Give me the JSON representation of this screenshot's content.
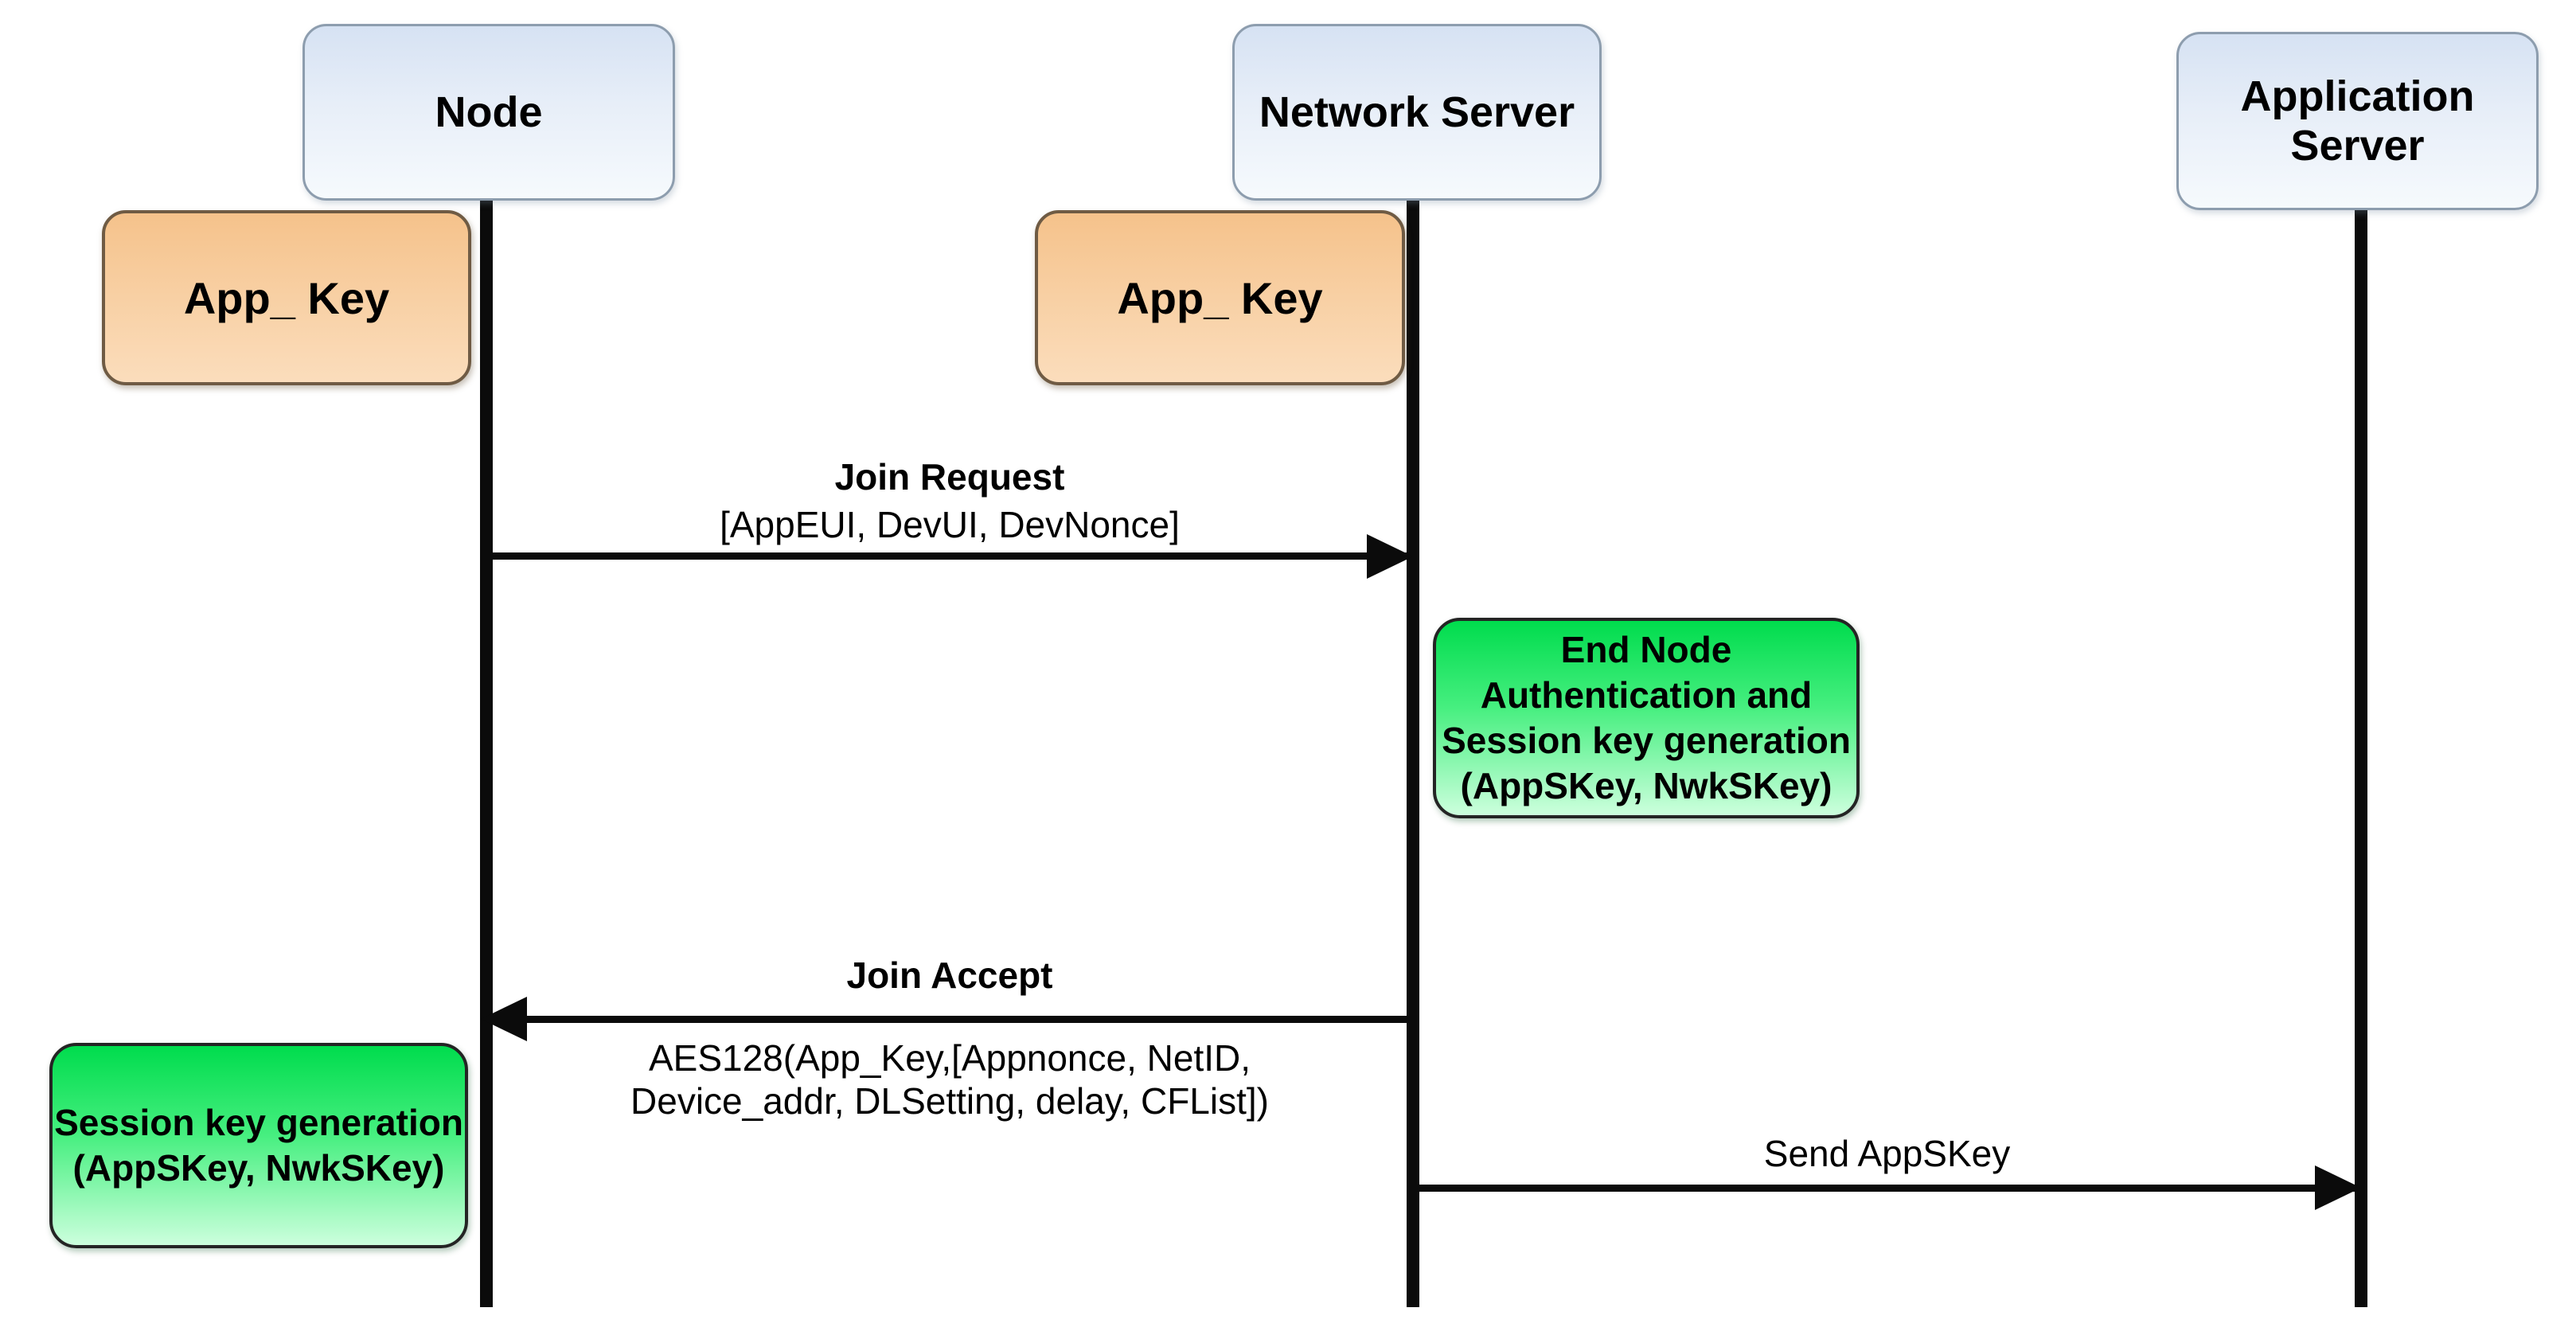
{
  "diagram_type": "sequence-diagram",
  "actors": [
    {
      "id": "node",
      "label": "Node"
    },
    {
      "id": "network-server",
      "label": "Network Server"
    },
    {
      "id": "application-server",
      "label": "Application Server"
    }
  ],
  "key_boxes": [
    {
      "label": "App_ Key",
      "owner": "node"
    },
    {
      "label": "App_ Key",
      "owner": "network-server"
    }
  ],
  "process_boxes": [
    {
      "label": "End Node\nAuthentication and\nSession key generation\n(AppSKey, NwkSKey)",
      "owner": "network-server"
    },
    {
      "label": "Session key generation\n(AppSKey, NwkSKey)",
      "owner": "node"
    }
  ],
  "messages": [
    {
      "title": "Join Request",
      "subtitle": "[AppEUI, DevUI, DevNonce]",
      "from": "node",
      "to": "network-server"
    },
    {
      "title": "Join Accept",
      "subtitle": "AES128(App_Key,[Appnonce, NetID,\nDevice_addr, DLSetting, delay, CFList])",
      "from": "network-server",
      "to": "node"
    },
    {
      "title": "Send AppSKey",
      "subtitle": "",
      "from": "network-server",
      "to": "application-server"
    }
  ],
  "colors": {
    "background": "#ffffff",
    "actor_fill_top": "#d6e2f3",
    "actor_fill_bottom": "#f6fafd",
    "actor_border": "#8d9dae",
    "key_fill_top": "#f5c28b",
    "key_fill_bottom": "#fbddbc",
    "key_border": "#6f5b44",
    "process_fill_top": "#00dc4d",
    "process_fill_bottom": "#ccffdd",
    "process_border": "#242424",
    "lifeline": "#0b0b0b",
    "text": "#000000"
  }
}
